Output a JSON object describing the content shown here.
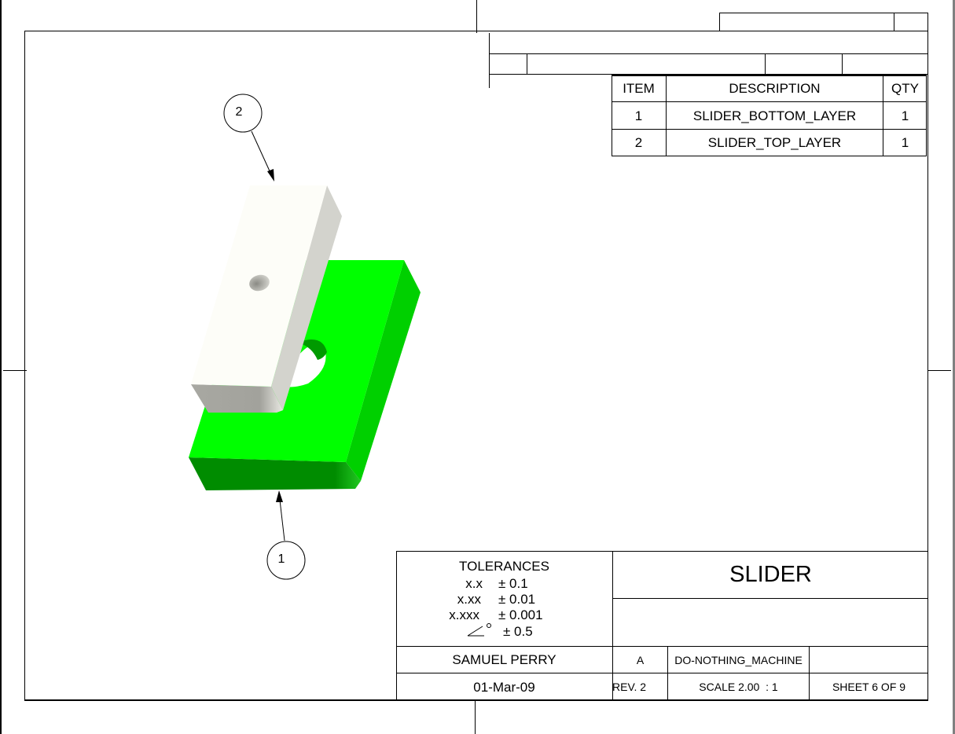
{
  "bom": {
    "headers": {
      "item": "ITEM",
      "description": "DESCRIPTION",
      "qty": "QTY"
    },
    "rows": [
      {
        "item": "1",
        "description": "SLIDER_BOTTOM_LAYER",
        "qty": "1"
      },
      {
        "item": "2",
        "description": "SLIDER_TOP_LAYER",
        "qty": "1"
      }
    ]
  },
  "balloons": [
    {
      "label": "1",
      "target": "SLIDER_BOTTOM_LAYER"
    },
    {
      "label": "2",
      "target": "SLIDER_TOP_LAYER"
    }
  ],
  "tolerances": {
    "title": "TOLERANCES",
    "rows": [
      {
        "format": "x.x",
        "value": "± 0.1"
      },
      {
        "format": "x.xx",
        "value": "± 0.01"
      },
      {
        "format": "x.xxx",
        "value": "± 0.001"
      },
      {
        "format": "angle-degree-icon",
        "value": "± 0.5"
      }
    ]
  },
  "title_block": {
    "title": "SLIDER",
    "subtitle": "",
    "author": "SAMUEL PERRY",
    "date": "01-Mar-09",
    "size": "A",
    "project": "DO-NOTHING_MACHINE",
    "revision": "REV. 2",
    "scale": "SCALE 2.00  : 1",
    "sheet": "SHEET 6 OF 9"
  },
  "colors": {
    "bottom_layer_top": "#00ff00",
    "bottom_layer_front": "#008c00",
    "bottom_layer_side": "#00d400",
    "top_layer_face": "#fdfdf8",
    "top_layer_side": "#d3d3cd",
    "top_layer_front": "#a8a8a2"
  }
}
